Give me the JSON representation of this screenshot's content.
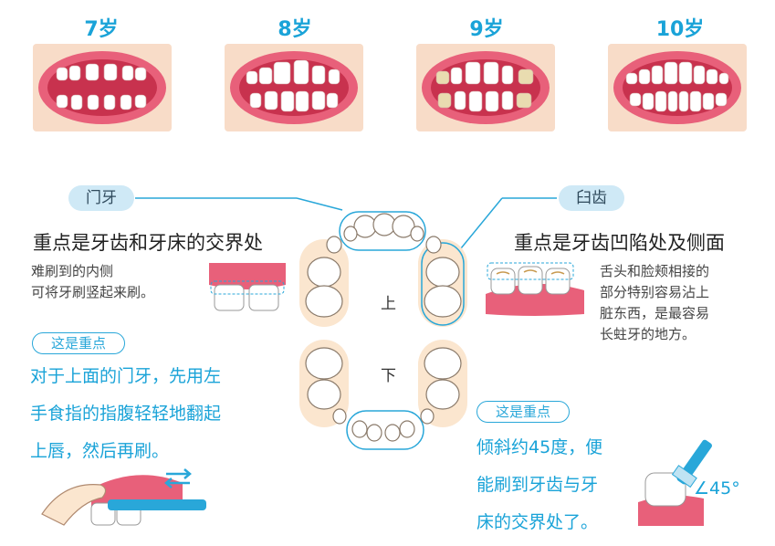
{
  "ages": [
    "7岁",
    "8岁",
    "9岁",
    "10岁"
  ],
  "incisor": {
    "tag": "门牙",
    "heading": "重点是牙齿和牙床的交界处",
    "desc": [
      "难刷到的内侧",
      "可将牙刷竖起来刷。"
    ],
    "key_label": "这是重点",
    "tip": [
      "对于上面的门牙，先用左",
      "手食指的指腹轻轻地翻起",
      "上唇，然后再刷。"
    ]
  },
  "molar": {
    "tag": "臼齿",
    "heading": "重点是牙齿凹陷处及侧面",
    "desc": [
      "舌头和脸颊相接的",
      "部分特别容易沾上",
      "脏东西，是最容易",
      "长蛀牙的地方。"
    ],
    "key_label": "这是重点",
    "tip": [
      "倾斜约45度，便",
      "能刷到牙齿与牙",
      "床的交界处了。"
    ],
    "angle": "45°"
  },
  "arch": {
    "upper": "上",
    "lower": "下"
  },
  "colors": {
    "accent": "#1aa3d8",
    "tag_bg": "#cfe9f6",
    "gum": "#e8607a",
    "mouth_bg": "#f8dcc8",
    "tooth_bg": "#fbe6cf"
  }
}
